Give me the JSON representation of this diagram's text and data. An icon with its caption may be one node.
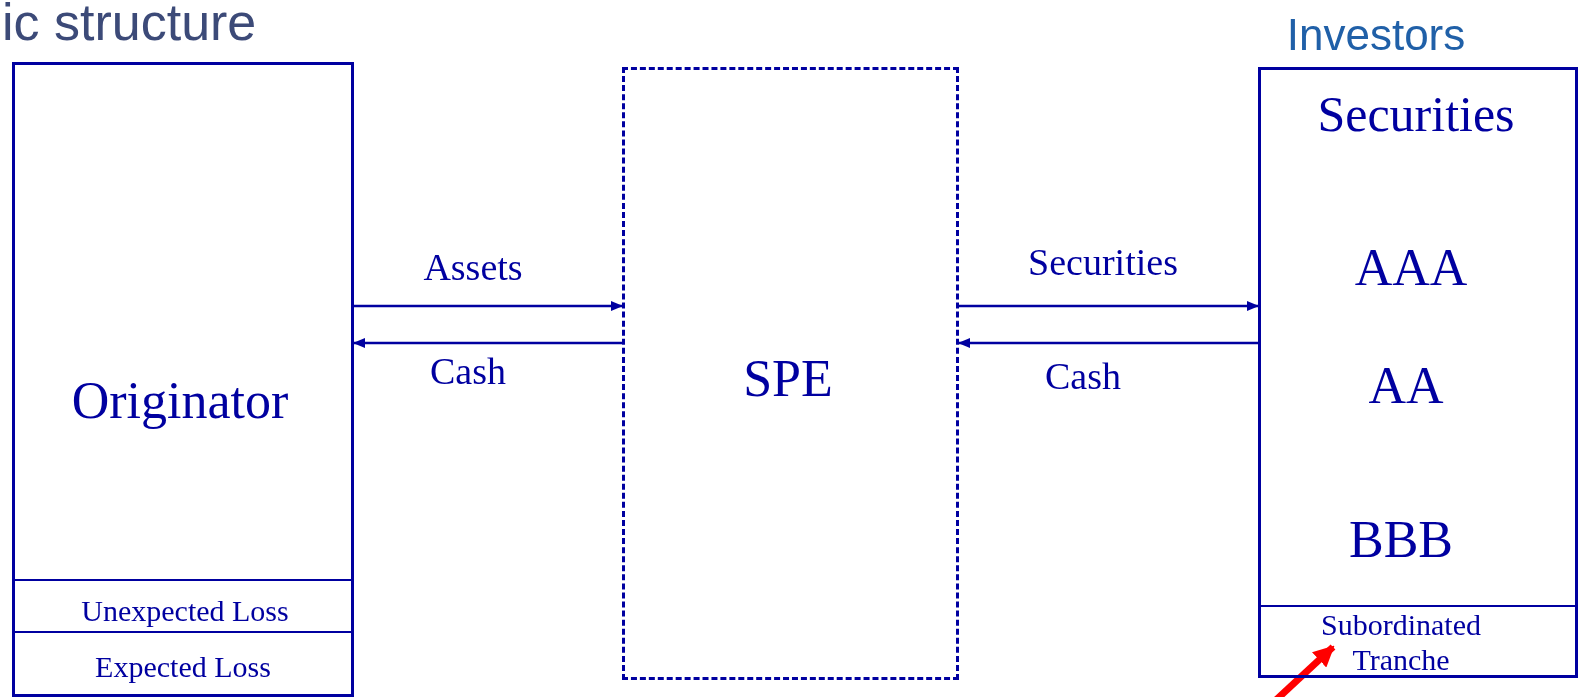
{
  "diagram": {
    "title": "ic structure",
    "nodes": [
      {
        "text": [
          "Originator"
        ]
      },
      {
        "text": [
          "Unexpected Loss"
        ],
        "in": 0
      },
      {
        "text": [
          "Expected Loss"
        ],
        "in": 0
      },
      {
        "text": [
          "SPE"
        ]
      },
      {
        "text": [
          "Investors",
          "Securities",
          "AAA",
          "AA",
          "BBB"
        ]
      },
      {
        "text": [
          "Subordinated Tranche"
        ],
        "in": 4
      }
    ],
    "edges": [
      {
        "from": 0,
        "to": 3,
        "arrow": "to",
        "label": "Assets"
      },
      {
        "from": 3,
        "to": 0,
        "arrow": "to",
        "label": "Cash"
      },
      {
        "from": 3,
        "to": 4,
        "arrow": "to",
        "label": "Securities"
      },
      {
        "from": 4,
        "to": 3,
        "arrow": "to",
        "label": "Cash"
      },
      {
        "from": null,
        "to": 5,
        "arrow": "to",
        "style": "thick",
        "color": "#ff0000"
      }
    ]
  }
}
